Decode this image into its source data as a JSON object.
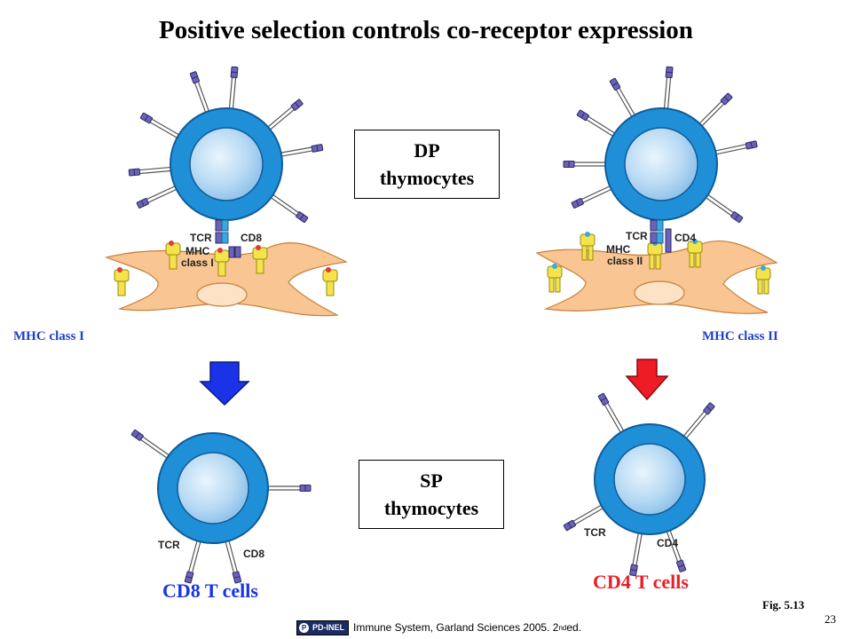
{
  "title": "Positive selection controls co-receptor expression",
  "boxes": {
    "dp": {
      "line1": "DP",
      "line2": "thymocytes"
    },
    "sp": {
      "line1": "SP",
      "line2": "thymocytes"
    }
  },
  "left": {
    "mhc_label": "MHC class I",
    "arrow_color": "#1a33e6",
    "result_label": "CD8 T cells",
    "result_color": "#1a33e6",
    "mol_labels": {
      "tcr": "TCR",
      "coreceptor": "CD8",
      "mhc_line1": "MHC",
      "mhc_line2": "class I"
    }
  },
  "right": {
    "mhc_label": "MHC class II",
    "arrow_color": "#ee1c25",
    "result_label": "CD4 T cells",
    "result_color": "#e8202a",
    "mol_labels": {
      "tcr": "TCR",
      "coreceptor": "CD4",
      "mhc_line1": "MHC",
      "mhc_line2": "class II"
    }
  },
  "figure_ref": "Fig. 5.13",
  "page_number": "23",
  "credit": {
    "badge": "PD-INEL",
    "text_main": "Immune System, Garland Sciences 2005. 2",
    "text_sup": "nd",
    "text_end": " ed."
  },
  "colors": {
    "cell_membrane": "#1f8fd8",
    "cell_nucleus": "#bcdcf4",
    "stroma": "#f9c592",
    "receptor": "#6b63b5",
    "mhc": "#f4e34a"
  }
}
